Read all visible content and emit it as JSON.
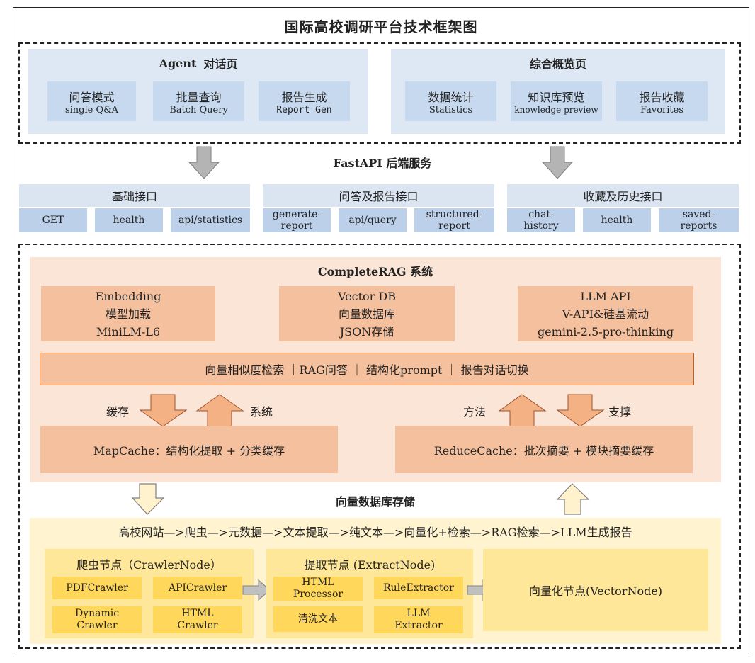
{
  "title": "国际高校调研平台技术框架图",
  "agent_page": {
    "title_en": "Agent",
    "title_cn": "对话页",
    "items": [
      {
        "cn": "问答模式",
        "en": "single Q&A"
      },
      {
        "cn": "批量查询",
        "en": "Batch Query"
      },
      {
        "cn": "报告生成",
        "en": "Report Gen"
      }
    ]
  },
  "overview_page": {
    "title": "综合概览页",
    "items": [
      {
        "cn": "数据统计",
        "en": "Statistics"
      },
      {
        "cn": "知识库预览",
        "en": "knowledge preview"
      },
      {
        "cn": "报告收藏",
        "en": "Favorites"
      }
    ]
  },
  "fastapi": {
    "title": "FastAPI 后端服务",
    "groups": [
      {
        "title": "基础接口",
        "items": [
          "GET",
          "health",
          "api/statistics"
        ]
      },
      {
        "title": "问答及报告接口",
        "items": [
          "generate-\nreport",
          "api/query",
          "structured-\nreport"
        ]
      },
      {
        "title": "收藏及历史接口",
        "items": [
          "chat-\nhistory",
          "health",
          "saved-\nreports"
        ]
      }
    ]
  },
  "rag": {
    "title": "CompleteRAG 系统",
    "modules": [
      {
        "lines": [
          "Embedding",
          "模型加载",
          "MiniLM-L6"
        ]
      },
      {
        "lines": [
          "Vector DB",
          "向量数据库",
          "JSON存储"
        ]
      },
      {
        "lines": [
          "LLM API",
          "V-API&硅基流动",
          "gemini-2.5-pro-thinking"
        ]
      }
    ],
    "features": "向量相似度检索 ｜RAG问答 ｜ 结构化prompt ｜ 报告对话切换",
    "left_arrow_labels": {
      "down": "缓存",
      "up": "系统"
    },
    "right_arrow_labels": {
      "up": "方法",
      "down": "支撑"
    },
    "mapcache": "MapCache：结构化提取 + 分类缓存",
    "reducecache": "ReduceCache：批次摘要 + 模块摘要缓存"
  },
  "storage": {
    "title": "向量数据库存储",
    "pipeline": "高校网站—>爬虫—>元数据—>文本提取—>纯文本—>向量化+检索—>RAG检索—>LLM生成报告",
    "crawler_node": {
      "title": "爬虫节点（CrawlerNode）",
      "items": [
        "PDFCrawler",
        "APICrawler",
        "Dynamic\nCrawler",
        "HTML\nCrawler"
      ]
    },
    "extract_node": {
      "title": "提取节点 (ExtractNode)",
      "items": [
        "HTML\nProcessor",
        "RuleExtractor",
        "清洗文本",
        "LLM\nExtractor"
      ]
    },
    "vector_node": "向量化节点(VectorNode)"
  }
}
